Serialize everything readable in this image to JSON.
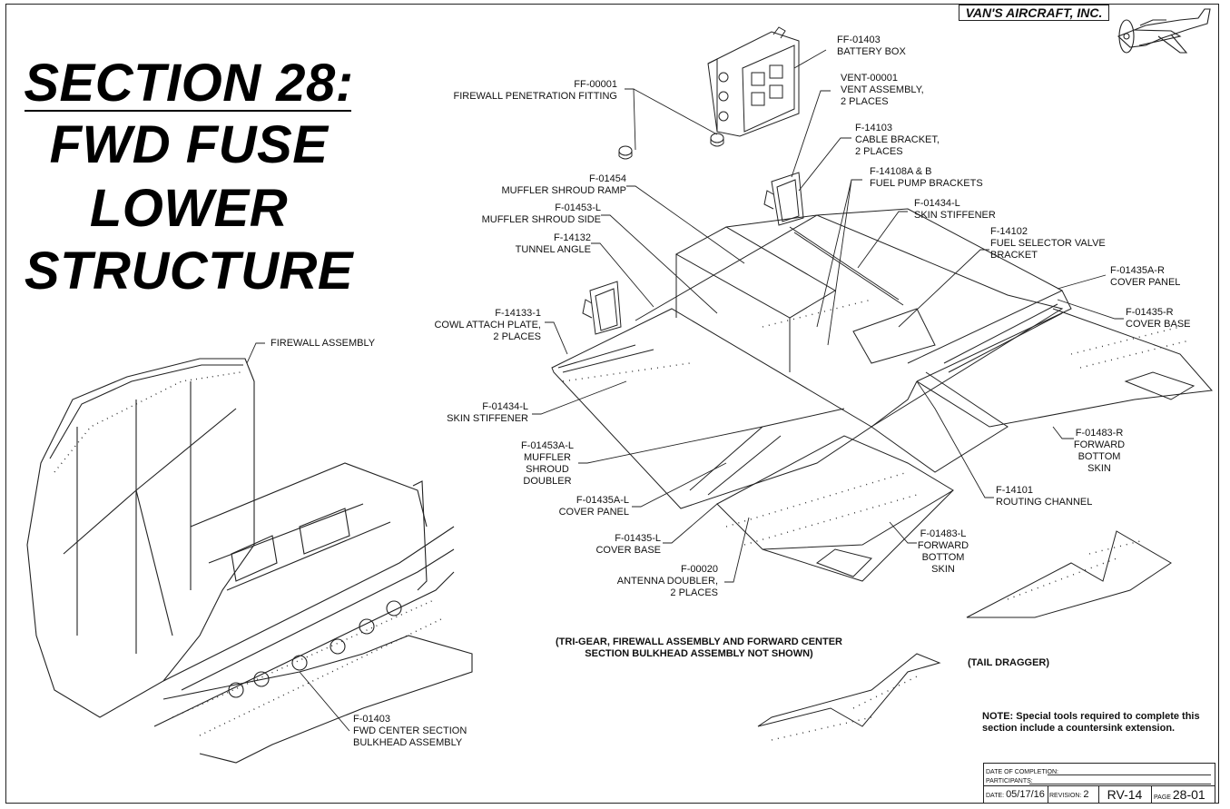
{
  "section_title": {
    "line1": "SECTION 28:",
    "line2": "FWD FUSE",
    "line3": "LOWER",
    "line4": "STRUCTURE"
  },
  "brand": "VAN'S AIRCRAFT, INC.",
  "callouts": {
    "firewall_assembly": "FIREWALL ASSEMBLY",
    "fwd_center_bulkhead": "F-01403\nFWD CENTER SECTION\nBULKHEAD ASSEMBLY",
    "battery_box": "FF-01403\nBATTERY BOX",
    "firewall_penetration": "FF-00001\nFIREWALL PENETRATION FITTING",
    "vent_assembly": "VENT-00001\nVENT ASSEMBLY,\n2 PLACES",
    "cable_bracket": "F-14103\nCABLE BRACKET,\n2 PLACES",
    "fuel_pump_brackets": "F-14108A & B\nFUEL PUMP BRACKETS",
    "muffler_shroud_ramp": "F-01454\nMUFFLER SHROUD RAMP",
    "muffler_shroud_side": "F-01453-L\nMUFFLER SHROUD SIDE",
    "skin_stiffener_top": "F-01434-L\nSKIN STIFFENER",
    "fuel_selector_bracket": "F-14102\nFUEL SELECTOR VALVE\nBRACKET",
    "tunnel_angle": "F-14132\nTUNNEL ANGLE",
    "cover_panel_r": "F-01435A-R\nCOVER PANEL",
    "cowl_attach_plate": "F-14133-1\nCOWL ATTACH PLATE,\n2 PLACES",
    "cover_base_r": "F-01435-R\nCOVER BASE",
    "skin_stiffener_left": "F-01434-L\nSKIN STIFFENER",
    "forward_bottom_skin_r": "F-01483-R\nFORWARD\nBOTTOM\nSKIN",
    "muffler_shroud_doubler": "F-01453A-L\nMUFFLER\nSHROUD\nDOUBLER",
    "routing_channel": "F-14101\nROUTING CHANNEL",
    "cover_panel_l": "F-01435A-L\nCOVER PANEL",
    "cover_base_l": "F-01435-L\nCOVER BASE",
    "forward_bottom_skin_l": "F-01483-L\nFORWARD\nBOTTOM\nSKIN",
    "antenna_doubler": "F-00020\nANTENNA DOUBLER,\n2 PLACES"
  },
  "notes": {
    "not_shown": "(TRI-GEAR, FIREWALL ASSEMBLY AND FORWARD CENTER\nSECTION BULKHEAD ASSEMBLY NOT SHOWN)",
    "tail_dragger": "(TAIL DRAGGER)",
    "special_tools": "NOTE: Special tools required to complete this\nsection include a countersink extension."
  },
  "title_block": {
    "date_of_completion": "DATE OF COMPLETION:",
    "participants": "PARTICIPANTS:",
    "date_label": "DATE:",
    "date": "05/17/16",
    "revision_label": "REVISION:",
    "revision": "2",
    "model": "RV-14",
    "page_label": "PAGE",
    "page": "28-01"
  }
}
